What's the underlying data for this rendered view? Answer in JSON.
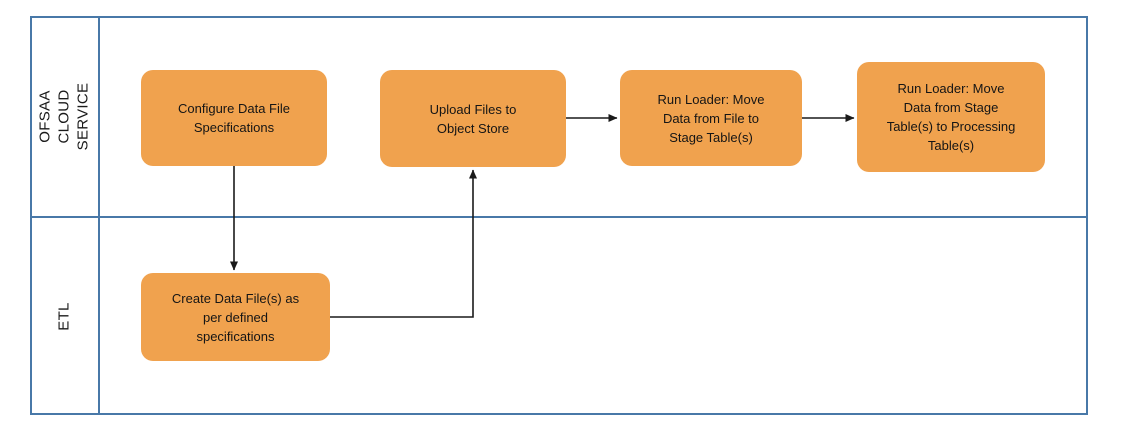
{
  "diagram": {
    "type": "swimlane-flowchart",
    "frame_color": "#4878a8",
    "box_color": "#f0a24e",
    "connector_color": "#1a1a1a",
    "lanes": [
      {
        "id": "lane-ofsaa",
        "label": "OFSAA\nCLOUD SERVICE"
      },
      {
        "id": "lane-etl",
        "label": "ETL"
      }
    ],
    "nodes": [
      {
        "id": "configure-data-file-specifications",
        "lane": "lane-ofsaa",
        "label": "Configure Data File\nSpecifications"
      },
      {
        "id": "upload-files-to-object-store",
        "lane": "lane-ofsaa",
        "label": "Upload Files to\nObject Store"
      },
      {
        "id": "run-loader-file-to-stage",
        "lane": "lane-ofsaa",
        "label": "Run Loader: Move\nData from File to\nStage Table(s)"
      },
      {
        "id": "run-loader-stage-to-processing",
        "lane": "lane-ofsaa",
        "label": "Run Loader: Move\nData from Stage\nTable(s) to Processing\nTable(s)"
      },
      {
        "id": "create-data-files",
        "lane": "lane-etl",
        "label": "Create Data File(s) as\nper defined\nspecifications"
      }
    ],
    "edges": [
      {
        "id": "edge-configure-to-create",
        "from": "configure-data-file-specifications",
        "to": "create-data-files",
        "style": "straight-down"
      },
      {
        "id": "edge-create-to-upload",
        "from": "create-data-files",
        "to": "upload-files-to-object-store",
        "style": "elbow-right-up"
      },
      {
        "id": "edge-upload-to-loader1",
        "from": "upload-files-to-object-store",
        "to": "run-loader-file-to-stage",
        "style": "straight-right"
      },
      {
        "id": "edge-loader1-to-loader2",
        "from": "run-loader-file-to-stage",
        "to": "run-loader-stage-to-processing",
        "style": "straight-right"
      }
    ]
  }
}
